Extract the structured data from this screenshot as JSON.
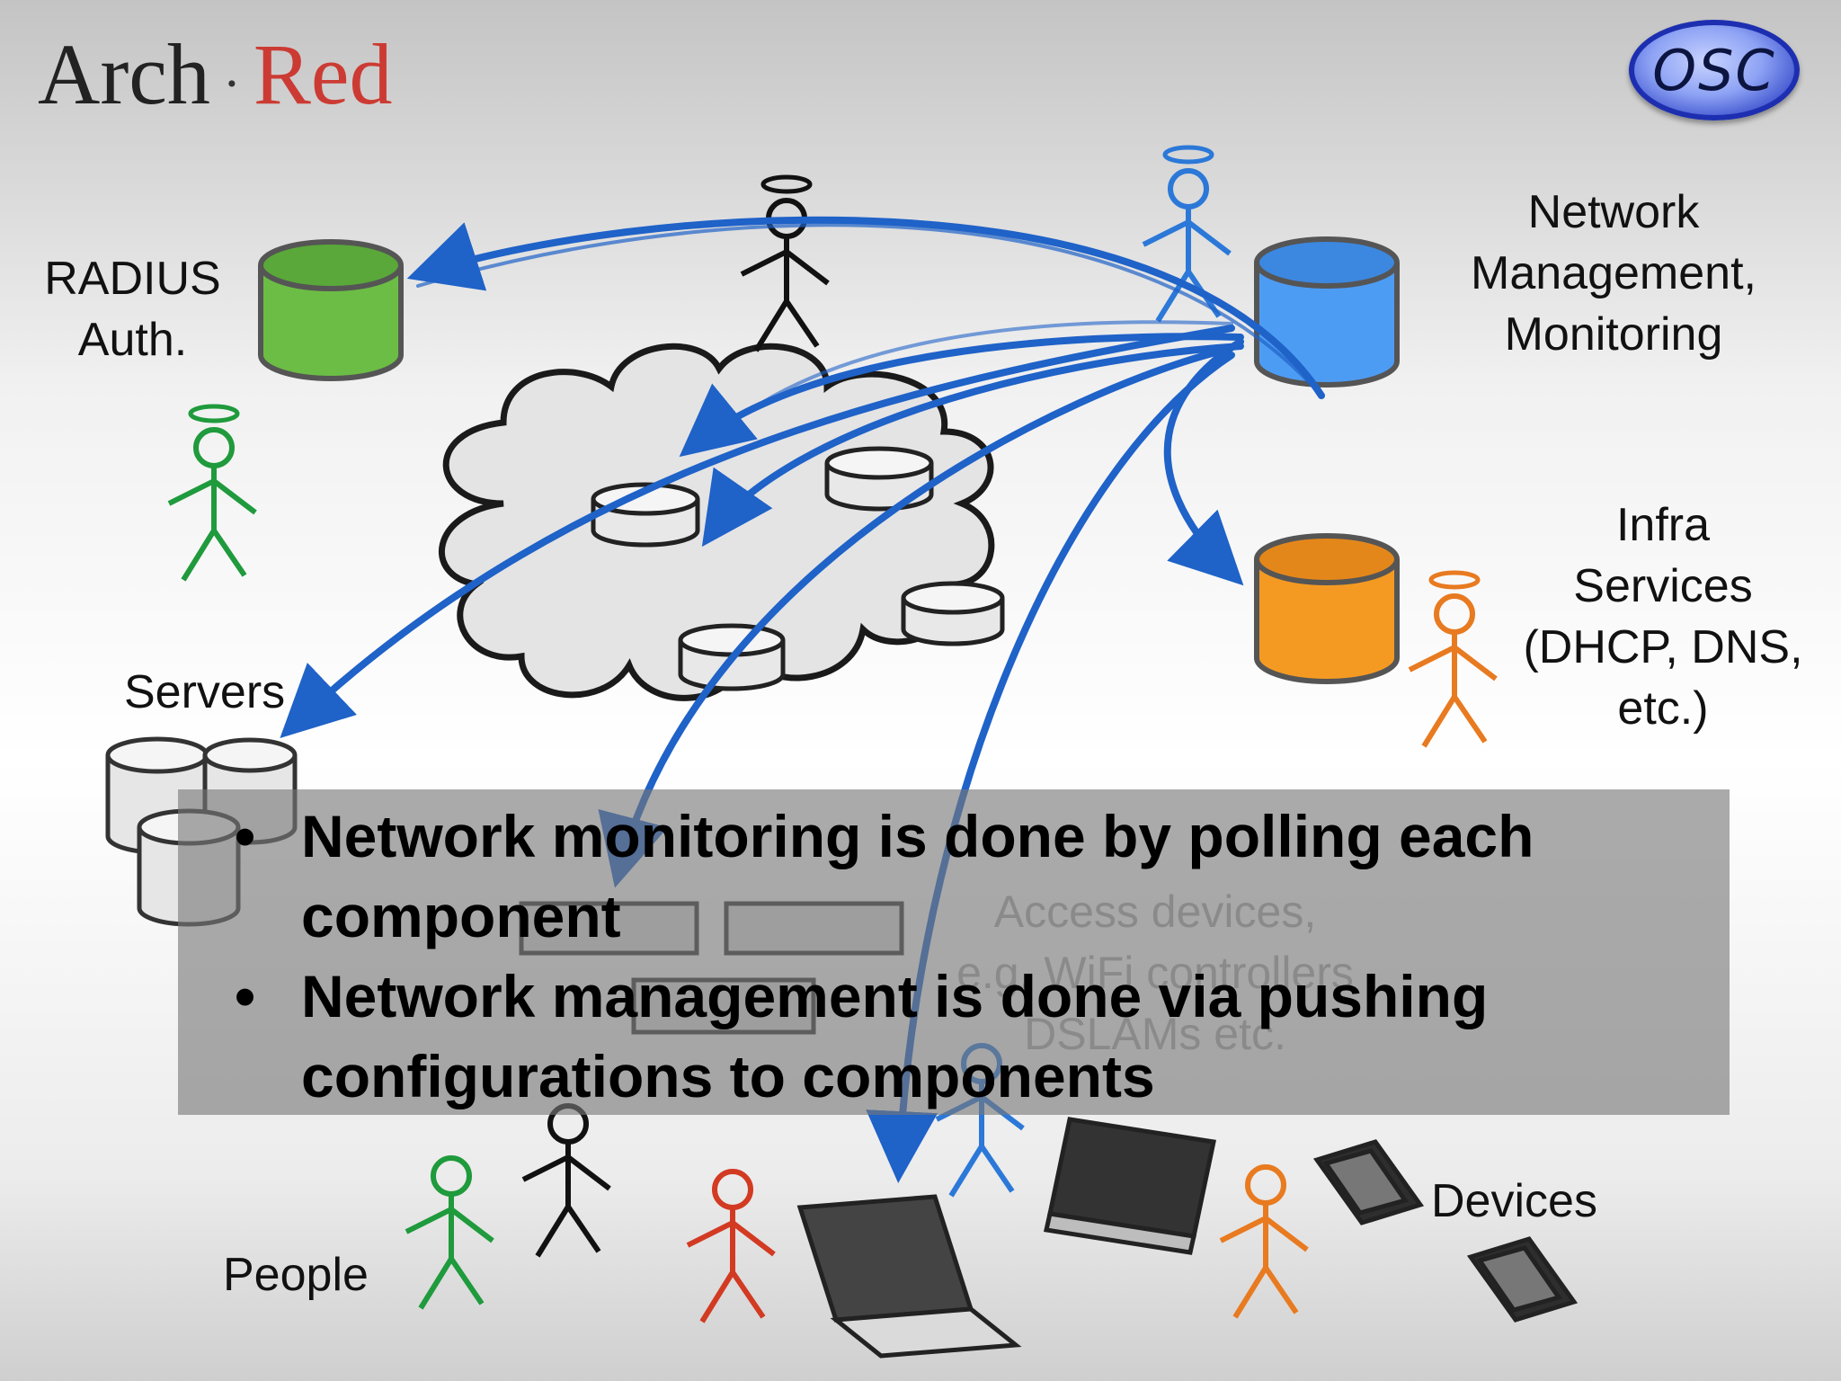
{
  "logo": {
    "arch": "Arch",
    "separator": "·",
    "red": "Red"
  },
  "badge": {
    "text": "OSC"
  },
  "labels": {
    "radius": [
      "RADIUS",
      "Auth."
    ],
    "network_mgmt": [
      "Network",
      "Management,",
      "Monitoring"
    ],
    "infra": [
      "Infra",
      "Services",
      "(DHCP, DNS,",
      "etc.)"
    ],
    "servers": "Servers",
    "access": [
      "Access devices,",
      "e.g. WiFi controllers",
      "DSLAMs etc."
    ],
    "devices": "Devices",
    "people": "People"
  },
  "bullets": [
    "Network monitoring is done by polling each component",
    "Network management is done via pushing configurations to components"
  ],
  "colors": {
    "green": "#6cbd45",
    "blue": "#4d9cf4",
    "orange": "#f49a23",
    "arrow": "#1f62c8",
    "red_person": "#d23a22"
  },
  "icons": [
    "database-icon",
    "person-icon",
    "cloud-icon",
    "laptop-icon",
    "tablet-icon",
    "monitor-icon",
    "router-icon"
  ]
}
